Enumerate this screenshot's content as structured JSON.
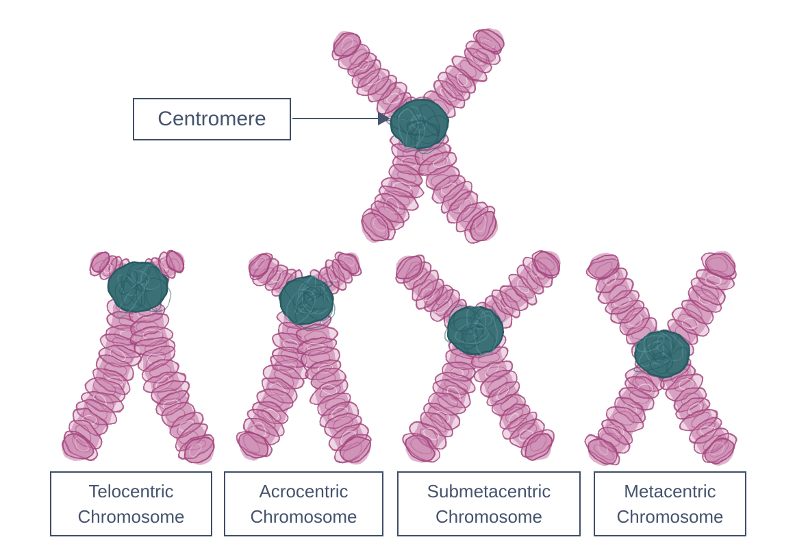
{
  "annotation": {
    "label": "Centromere"
  },
  "chromosome_labels": [
    {
      "text": "Telocentric Chromosome"
    },
    {
      "text": "Acrocentric Chromosome"
    },
    {
      "text": "Submetacentric Chromosome"
    },
    {
      "text": "Metacentric Chromosome"
    }
  ],
  "figures": [
    {
      "id": "annotated-example",
      "labelled_part": "Centromere"
    },
    {
      "id": "telocentric"
    },
    {
      "id": "acrocentric"
    },
    {
      "id": "submetacentric"
    },
    {
      "id": "metacentric"
    }
  ],
  "colors": {
    "background": "#ffffff",
    "chromatid_light": "#dcb0ca",
    "chromatid_mid": "#c77ca9",
    "chromatid_dark": "#a3457b",
    "centromere_fill": "#3b7077",
    "centromere_dark": "#265a62",
    "centromere_light": "#5d939b",
    "label_text": "#45536d",
    "label_border": "#3e4e66",
    "arrow": "#47566e"
  }
}
